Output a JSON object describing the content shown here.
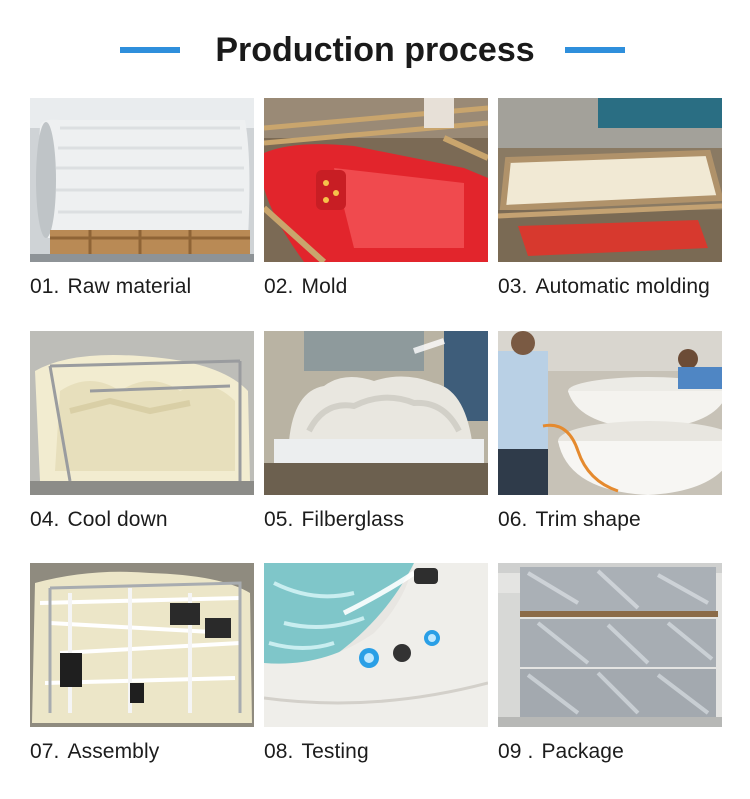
{
  "header": {
    "title": "Production process",
    "accent_color": "#2f8fdc"
  },
  "steps": [
    {
      "number": "01.",
      "label": "Raw material"
    },
    {
      "number": "02.",
      "label": "Mold"
    },
    {
      "number": "03.",
      "label": "Automatic molding"
    },
    {
      "number": "04.",
      "label": "Cool down"
    },
    {
      "number": "05.",
      "label": "Filberglass"
    },
    {
      "number": "06.",
      "label": "Trim shape"
    },
    {
      "number": "07.",
      "label": "Assembly"
    },
    {
      "number": "08.",
      "label": "Testing"
    },
    {
      "number": "09 .",
      "label": "Package"
    }
  ]
}
